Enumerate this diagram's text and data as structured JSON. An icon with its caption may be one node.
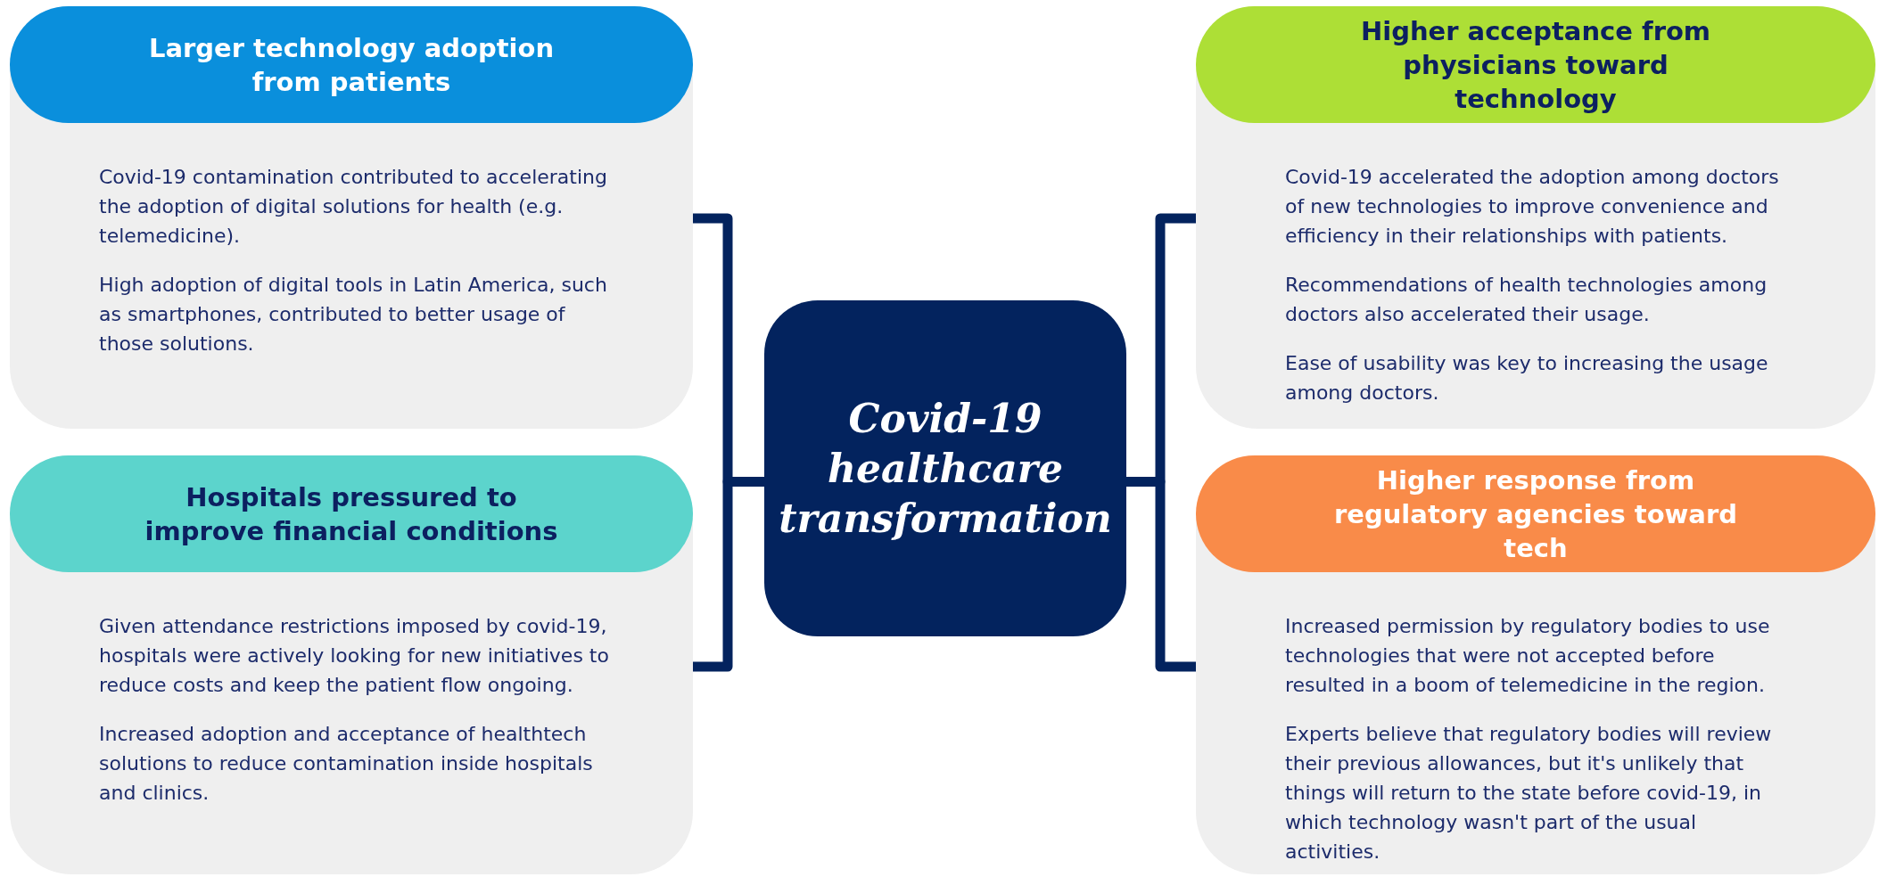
{
  "diagram": {
    "nodes": [
      {
        "text": [
          "Larger technology adoption from patients",
          "Covid-19 contamination contributed to accelerating the adoption of digital solutions for health (e.g. telemedicine).",
          "High adoption of digital tools in Latin America, such as smartphones, contributed to better usage of those solutions."
        ]
      },
      {
        "text": [
          "Higher acceptance from physicians toward technology",
          "Covid-19 accelerated the adoption among doctors of new technologies to improve convenience and efficiency in their relationships with patients.",
          "Recommendations of health technologies among doctors also accelerated their usage.",
          "Ease of usability was key to increasing the usage among doctors."
        ]
      },
      {
        "text": [
          "Covid-19 healthcare transformation"
        ]
      },
      {
        "text": [
          "Hospitals pressured to improve financial conditions",
          "Given attendance restrictions imposed by covid-19, hospitals were actively looking for new initiatives to reduce costs and keep the patient flow ongoing.",
          "Increased adoption and acceptance of healthtech solutions to reduce contamination inside hospitals and clinics."
        ]
      },
      {
        "text": [
          "Higher response from regulatory agencies toward tech",
          "Increased permission by regulatory bodies to use technologies that were not accepted before resulted in a boom of telemedicine in the region.",
          "Experts believe that regulatory bodies will review their previous allowances, but it's unlikely that things will return to the state before covid-19, in which technology wasn't part of the usual activities."
        ]
      }
    ],
    "edges": [
      {
        "from": 2,
        "to": 0,
        "arrow": "none"
      },
      {
        "from": 2,
        "to": 3,
        "arrow": "none"
      },
      {
        "from": 2,
        "to": 1,
        "arrow": "none"
      },
      {
        "from": 2,
        "to": 4,
        "arrow": "none"
      }
    ]
  }
}
